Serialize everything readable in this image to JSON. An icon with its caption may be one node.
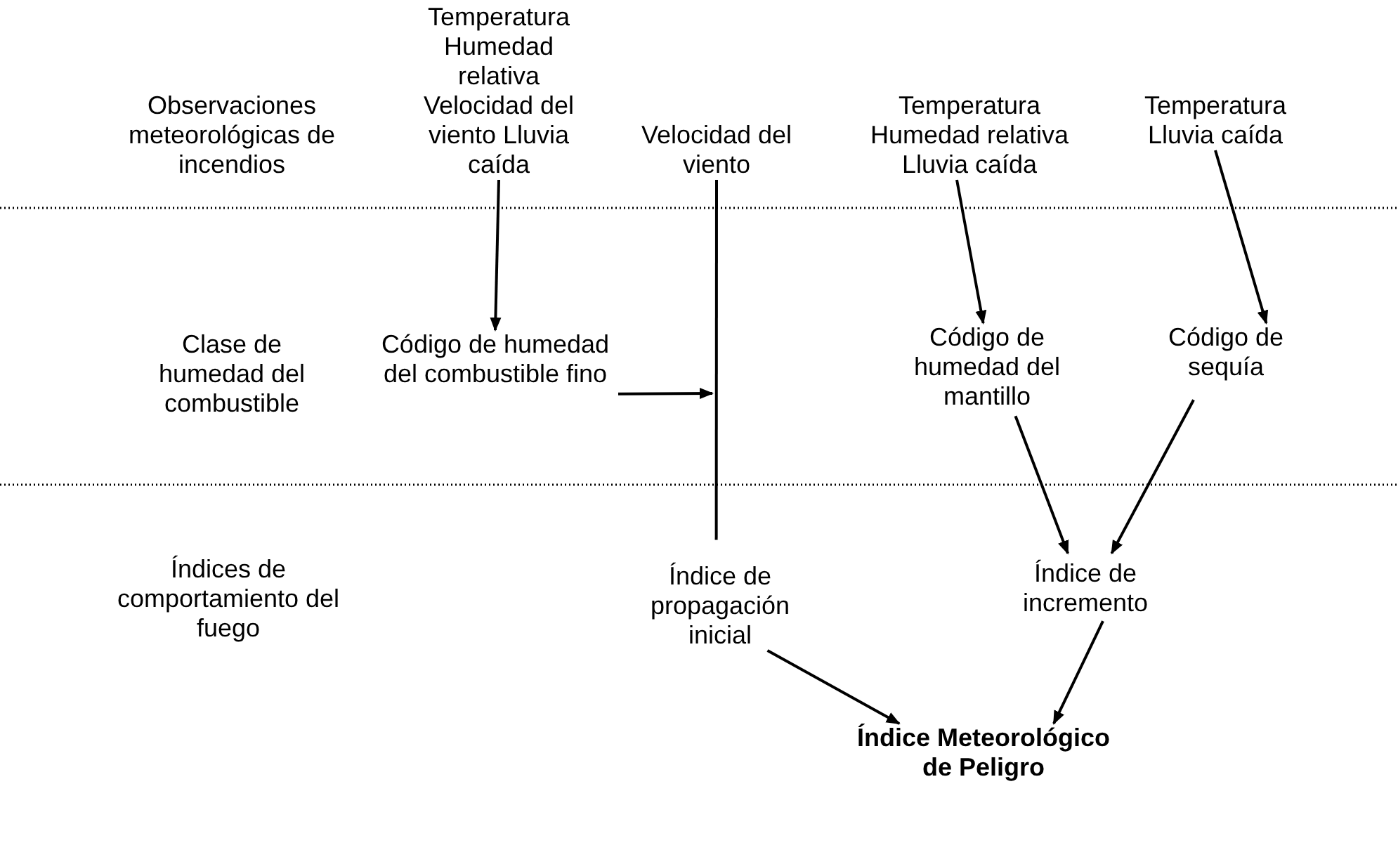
{
  "diagram": {
    "nodes": [
      {
        "text": [
          "Temperatura Humedad relativa Velocidad del viento Lluvia caída"
        ]
      },
      {
        "text": [
          "Velocidad del viento"
        ]
      },
      {
        "text": [
          "Temperatura Humedad relativa Lluvia caída"
        ]
      },
      {
        "text": [
          "Temperatura Lluvia caída"
        ]
      },
      {
        "text": [
          "Código de humedad del combustible fino"
        ]
      },
      {
        "text": [
          "Código de humedad del mantillo"
        ]
      },
      {
        "text": [
          "Código de sequía"
        ]
      },
      {
        "text": [
          "Índice de propagación inicial"
        ]
      },
      {
        "text": [
          "Índice de incremento"
        ]
      },
      {
        "text": [
          "Índice Meteorológico de Peligro"
        ]
      }
    ],
    "edges": [
      {
        "from": 0,
        "to": 4,
        "arrow": "to"
      },
      {
        "from": 1,
        "to": 7,
        "arrow": "none"
      },
      {
        "from": 4,
        "to": null,
        "arrow": "to"
      },
      {
        "from": 2,
        "to": 5,
        "arrow": "to"
      },
      {
        "from": 3,
        "to": 6,
        "arrow": "to"
      },
      {
        "from": 5,
        "to": 8,
        "arrow": "to"
      },
      {
        "from": 6,
        "to": 8,
        "arrow": "to"
      },
      {
        "from": 7,
        "to": 9,
        "arrow": "to"
      },
      {
        "from": 8,
        "to": 9,
        "arrow": "to"
      }
    ],
    "labels": [
      "Observaciones meteorológicas de incendios",
      "Clase de humedad del combustible",
      "Índices de comportamiento del fuego"
    ]
  }
}
